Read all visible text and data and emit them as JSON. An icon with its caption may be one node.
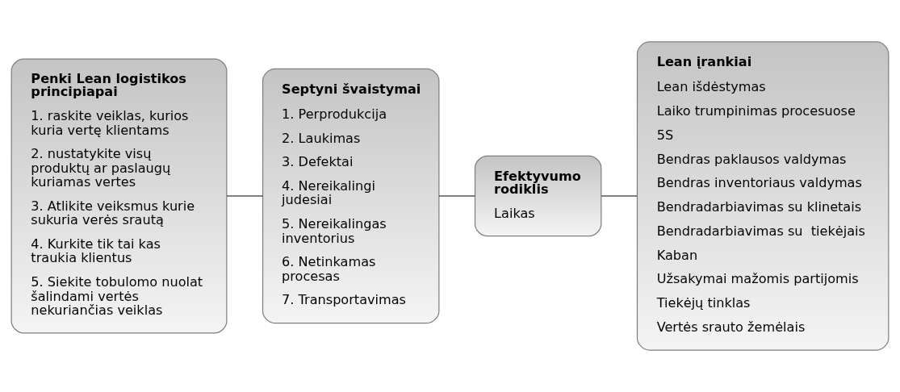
{
  "diagram": {
    "nodes": [
      {
        "text": [
          "Penki Lean logistikos principiapai",
          "1. raskite veiklas, kurios kuria vertę klientams",
          "2. nustatykite visų produktų ar paslaugų kuriamas vertes",
          "3. Atlikite veiksmus kurie sukuria verės srautą",
          "4. Kurkite tik tai kas traukia klientus",
          "5. Siekite tobulomo nuolat šalindami vertės nekuriančias veiklas"
        ]
      },
      {
        "text": [
          "Septyni švaistymai",
          "1. Perprodukcija",
          "2. Laukimas",
          "3. Defektai",
          "4. Nereikalingi judesiai",
          "5. Nereikalingas inventorius",
          "6. Netinkamas procesas",
          "7. Transportavimas"
        ]
      },
      {
        "text": [
          "Efektyvumo rodiklis",
          "Laikas"
        ]
      },
      {
        "text": [
          "Lean įrankiai",
          "Lean išdėstymas",
          "Laiko trumpinimas procesuose",
          "5S",
          "Bendras paklausos valdymas",
          "Bendras inventoriaus valdymas",
          "Bendradarbiavimas su klinetais",
          "Bendradarbiavimas su  tiekėjais",
          "Kaban",
          "Užsakymai mažomis partijomis",
          "Tiekėjų tinklas",
          "Vertės srauto žemėlais"
        ]
      }
    ],
    "edges": [
      {
        "from": 0,
        "to": 1,
        "arrow": "none"
      },
      {
        "from": 1,
        "to": 2,
        "arrow": "none"
      },
      {
        "from": 2,
        "to": 3,
        "arrow": "none"
      }
    ]
  }
}
